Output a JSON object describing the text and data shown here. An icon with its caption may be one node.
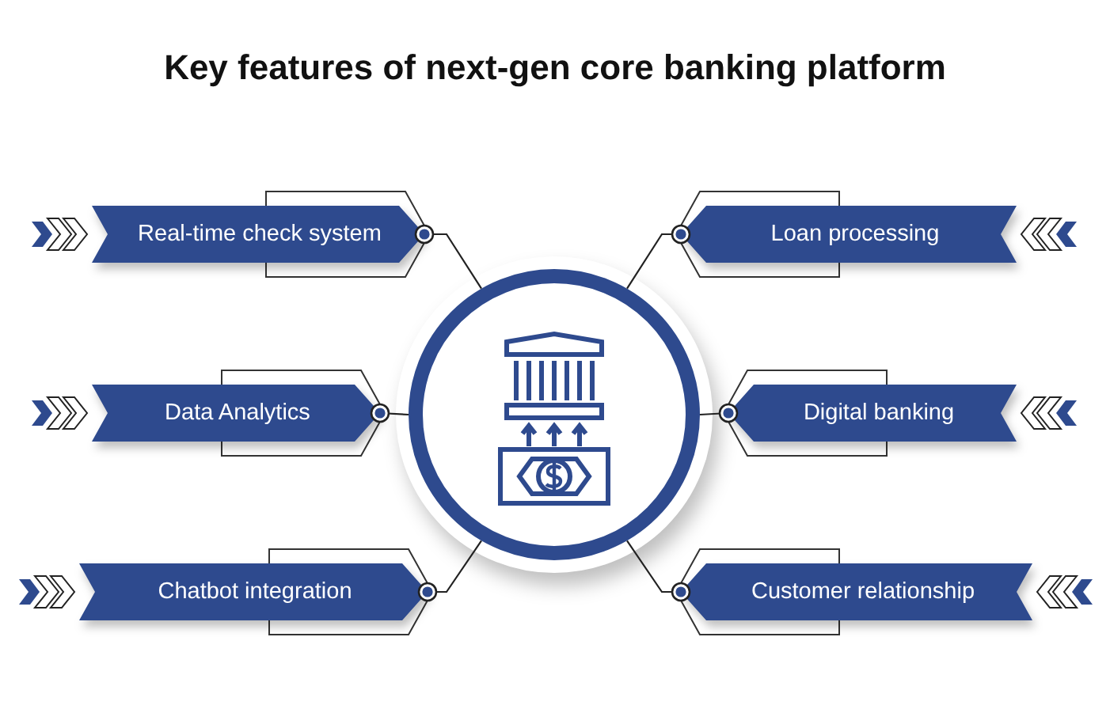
{
  "diagram": {
    "title": "Key features of next-gen core banking platform",
    "nodes": [
      {
        "text": [],
        "shape": "circle"
      },
      {
        "text": [
          "Real-time check system"
        ]
      },
      {
        "text": [
          "Loan processing"
        ]
      },
      {
        "text": [
          "Data Analytics"
        ]
      },
      {
        "text": [
          "Digital banking"
        ]
      },
      {
        "text": [
          "Chatbot integration"
        ]
      },
      {
        "text": [
          "Customer relationship"
        ]
      }
    ],
    "edges": [
      {
        "from": 1,
        "to": 0,
        "arrow": "other"
      },
      {
        "from": 2,
        "to": 0,
        "arrow": "other"
      },
      {
        "from": 3,
        "to": 0,
        "arrow": "other"
      },
      {
        "from": 4,
        "to": 0,
        "arrow": "other"
      },
      {
        "from": 5,
        "to": 0,
        "arrow": "other"
      },
      {
        "from": 6,
        "to": 0,
        "arrow": "other"
      }
    ]
  }
}
